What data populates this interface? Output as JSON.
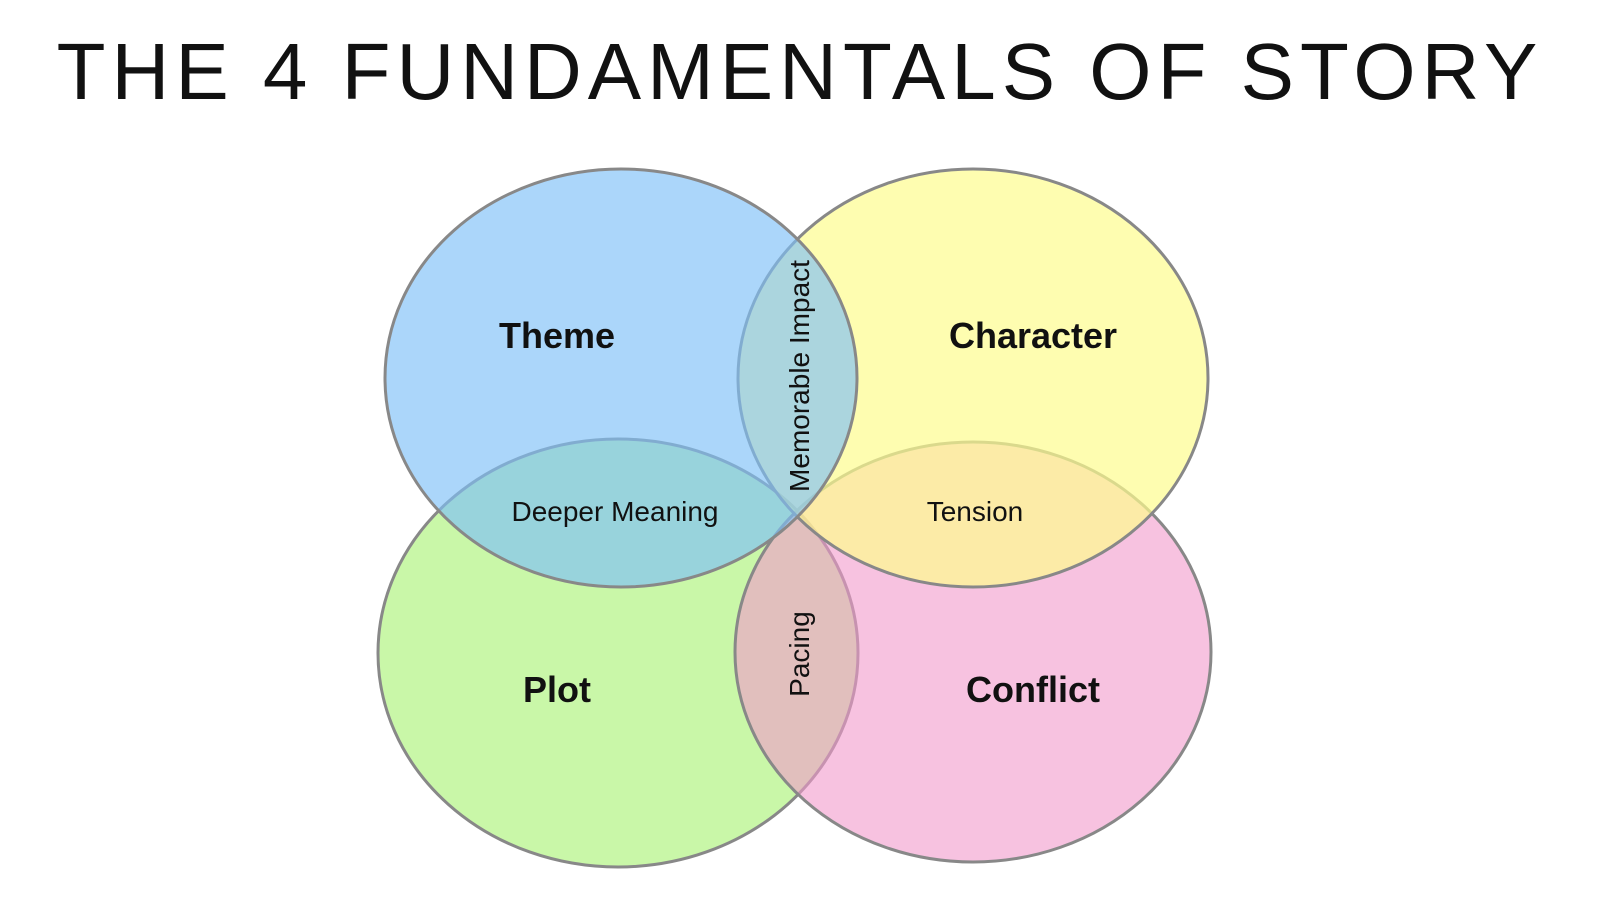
{
  "title": "THE 4 FUNDAMENTALS OF STORY",
  "circles": {
    "theme": {
      "label": "Theme",
      "color": "#7ec0f7"
    },
    "character": {
      "label": "Character",
      "color": "#fdfc8f"
    },
    "plot": {
      "label": "Plot",
      "color": "#a5f26e"
    },
    "conflict": {
      "label": "Conflict",
      "color": "#f19acb"
    }
  },
  "overlaps": {
    "theme_character": "Memorable Impact",
    "theme_plot": "Deeper Meaning",
    "character_conflict": "Tension",
    "plot_conflict": "Pacing"
  },
  "outline_color": "#888888"
}
